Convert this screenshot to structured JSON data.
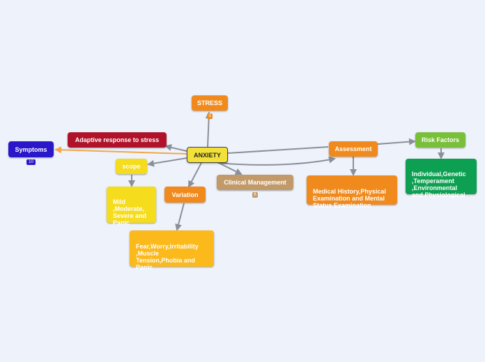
{
  "colors": {
    "background": "#eef2fb",
    "connector": "#8a8f99",
    "symptoms_connector": "#f5a54a"
  },
  "nodes": {
    "anxiety": {
      "label": "ANXIETY",
      "color": "#f3e13a",
      "text_color": "#222222",
      "border": "#444444"
    },
    "stress": {
      "label": "STRESS",
      "color": "#f08a1c",
      "badge": "3"
    },
    "adaptive": {
      "label": "Adaptive response to stress",
      "color": "#b0122a"
    },
    "symptoms": {
      "label": "Symptoms",
      "color": "#2a17c9",
      "badge": "10"
    },
    "scope": {
      "label": "scope",
      "color": "#f5dc1c"
    },
    "scope_detail": {
      "label": "Mild\n,Moderate,\nSevere and\nPanic",
      "color": "#f5dc1c"
    },
    "variation": {
      "label": "Variation",
      "color": "#f08a1c"
    },
    "variation_detail": {
      "label": "Fear,Worry,Irritability\n,Muscle\nTension,Phobia and\nPanic",
      "color": "#fbb91c"
    },
    "clinical": {
      "label": "Clinical Management",
      "color": "#c29a6a",
      "badge": "6"
    },
    "assessment": {
      "label": "Assessment",
      "color": "#f08a1c"
    },
    "assessment_detail": {
      "label": "Medical History,Physical\nExamination and Mental\nStatus Examination",
      "color": "#f08a1c"
    },
    "risk": {
      "label": "Risk Factors",
      "color": "#79bf3a"
    },
    "risk_detail": {
      "label": "Individual,Genetic\n,Temperament\n,Environmental\nand Physiological",
      "color": "#0ea052"
    }
  }
}
